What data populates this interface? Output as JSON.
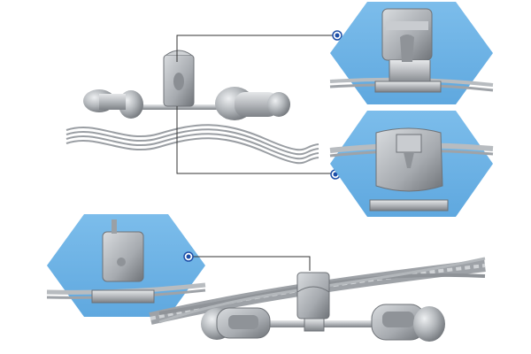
{
  "scene": {
    "description_free": true,
    "background_color": "#ffffff",
    "accent_color": "#6fb3e6",
    "callout_dot_color": "#1e4fa8",
    "metal_color": "#b9bcc0",
    "cable_color": "#a8abb0"
  },
  "callouts": [
    {
      "name": "callout-top-right",
      "icon": "clamp-closeup-top"
    },
    {
      "name": "callout-middle-right",
      "icon": "clamp-closeup-side"
    },
    {
      "name": "callout-bottom-left",
      "icon": "clamp-closeup-bottom"
    }
  ]
}
